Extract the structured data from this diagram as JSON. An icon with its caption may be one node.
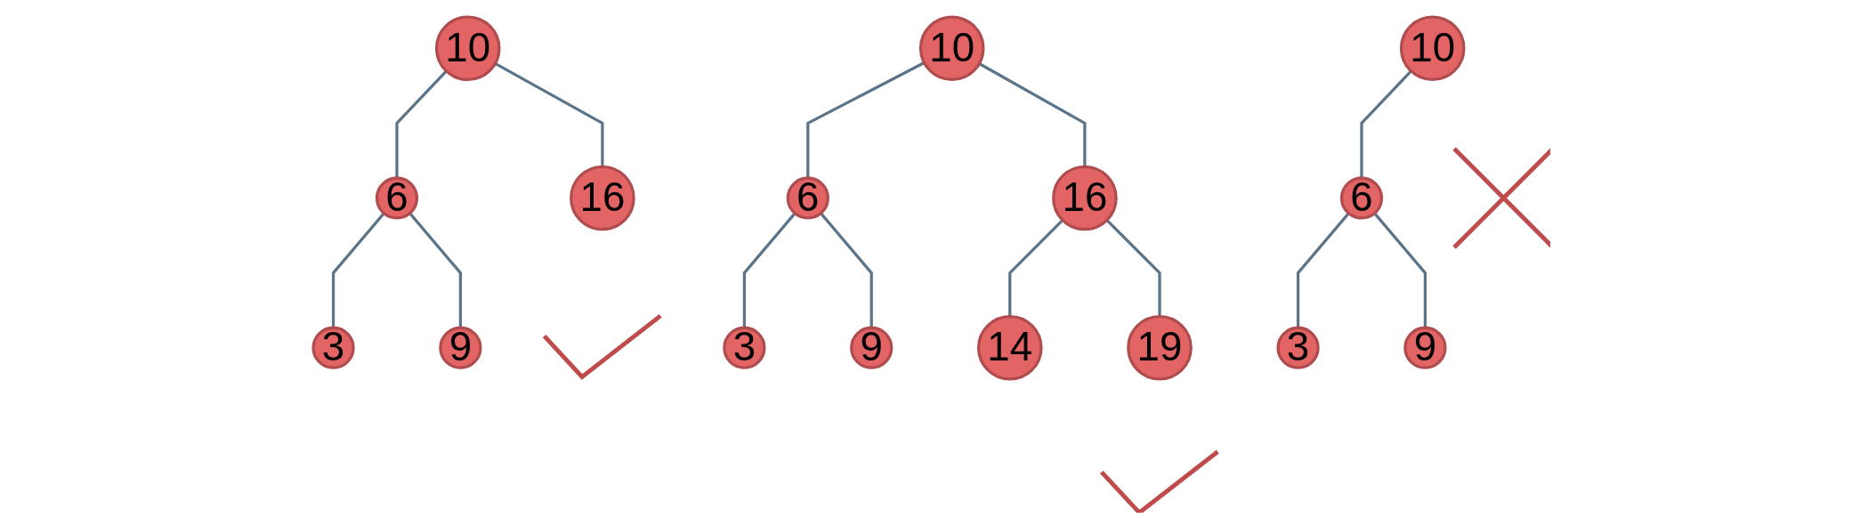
{
  "diagram": {
    "nodes": [
      {
        "text": [
          "10"
        ]
      },
      {
        "text": [
          "6"
        ]
      },
      {
        "text": [
          "16"
        ]
      },
      {
        "text": [
          "3"
        ]
      },
      {
        "text": [
          "9"
        ]
      },
      {
        "text": [],
        "shape": "check"
      },
      {
        "text": [
          "10"
        ]
      },
      {
        "text": [
          "6"
        ]
      },
      {
        "text": [
          "16"
        ]
      },
      {
        "text": [
          "3"
        ]
      },
      {
        "text": [
          "9"
        ]
      },
      {
        "text": [
          "14"
        ]
      },
      {
        "text": [
          "19"
        ]
      },
      {
        "text": [],
        "shape": "check"
      },
      {
        "text": [
          "10"
        ]
      },
      {
        "text": [
          "6"
        ]
      },
      {
        "text": [],
        "shape": "cross"
      },
      {
        "text": [
          "3"
        ]
      },
      {
        "text": [
          "9"
        ]
      }
    ],
    "edges": [
      {
        "from": 0,
        "to": 1,
        "arrow": "none"
      },
      {
        "from": 0,
        "to": 2,
        "arrow": "none"
      },
      {
        "from": 1,
        "to": 3,
        "arrow": "none"
      },
      {
        "from": 1,
        "to": 4,
        "arrow": "none"
      },
      {
        "from": 6,
        "to": 7,
        "arrow": "none"
      },
      {
        "from": 6,
        "to": 8,
        "arrow": "none"
      },
      {
        "from": 7,
        "to": 9,
        "arrow": "none"
      },
      {
        "from": 7,
        "to": 10,
        "arrow": "none"
      },
      {
        "from": 8,
        "to": 11,
        "arrow": "none"
      },
      {
        "from": 8,
        "to": 12,
        "arrow": "none"
      },
      {
        "from": 14,
        "to": 15,
        "arrow": "none"
      },
      {
        "from": 15,
        "to": 17,
        "arrow": "none"
      },
      {
        "from": 15,
        "to": 18,
        "arrow": "none"
      }
    ]
  }
}
